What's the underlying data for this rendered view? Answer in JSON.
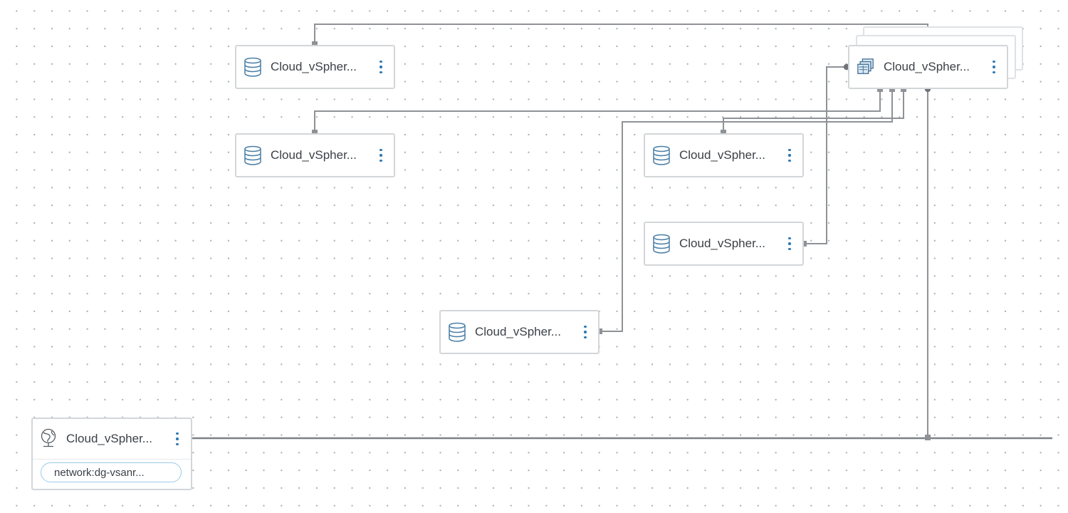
{
  "canvas": {
    "nodes": [
      {
        "id": "storage_1",
        "label": "Cloud_vSpher...",
        "icon": "database-icon"
      },
      {
        "id": "storage_2",
        "label": "Cloud_vSpher...",
        "icon": "database-icon"
      },
      {
        "id": "storage_3",
        "label": "Cloud_vSpher...",
        "icon": "database-icon"
      },
      {
        "id": "storage_4",
        "label": "Cloud_vSpher...",
        "icon": "database-icon"
      },
      {
        "id": "storage_5",
        "label": "Cloud_vSpher...",
        "icon": "database-icon"
      },
      {
        "id": "machine_1",
        "label": "Cloud_vSpher...",
        "icon": "vm-cluster-icon"
      },
      {
        "id": "network_1",
        "label": "Cloud_vSpher...",
        "icon": "network-globe-icon",
        "tag": "network:dg-vsanr..."
      }
    ]
  },
  "colors": {
    "wire": "#8e9296",
    "node_border": "#d3d6d9",
    "menu_dots": "#2d79b6",
    "storage_icon": "#4a7fa7",
    "tag_border": "#9bcbe6"
  }
}
